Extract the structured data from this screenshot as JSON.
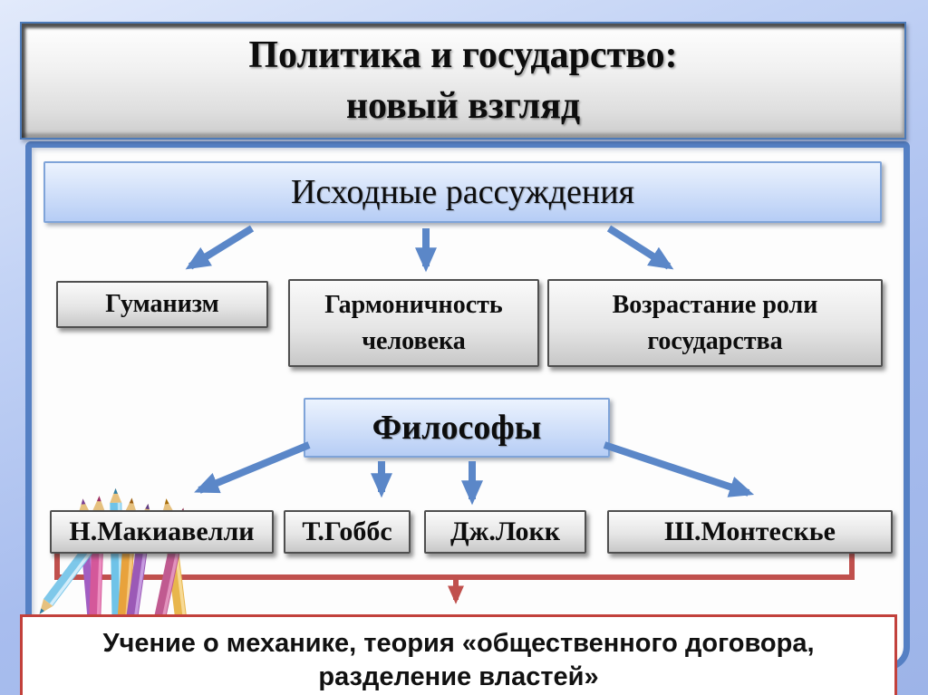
{
  "slide": {
    "title": {
      "line1": "Политика и государство:",
      "line2": "новый взгляд"
    },
    "source_box": "Исходные рассуждения",
    "reasons": [
      {
        "label": "Гуманизм"
      },
      {
        "label": "Гармоничность человека"
      },
      {
        "label": "Возрастание роли государства"
      }
    ],
    "philosophers_header": "Философы",
    "philosophers": [
      {
        "label": "Н.Макиавелли"
      },
      {
        "label": "Т.Гоббс"
      },
      {
        "label": "Дж.Локк"
      },
      {
        "label": "Ш.Монтескье"
      }
    ],
    "conclusion": {
      "line1": "Учение о механике, теория «общественного договора,",
      "line2": "разделение властей»"
    }
  },
  "colors": {
    "background_blue": "#a8bdee",
    "frame_blue": "#5580c4",
    "arrow_blue": "#5b87c8",
    "bracket_red": "#c0504d",
    "conclusion_border": "#c2413c",
    "blue_box_fill": "#cadcf8",
    "gray_box_fill": "#dcdcdc"
  },
  "decoration": {
    "left_image": "colored-pencils"
  }
}
